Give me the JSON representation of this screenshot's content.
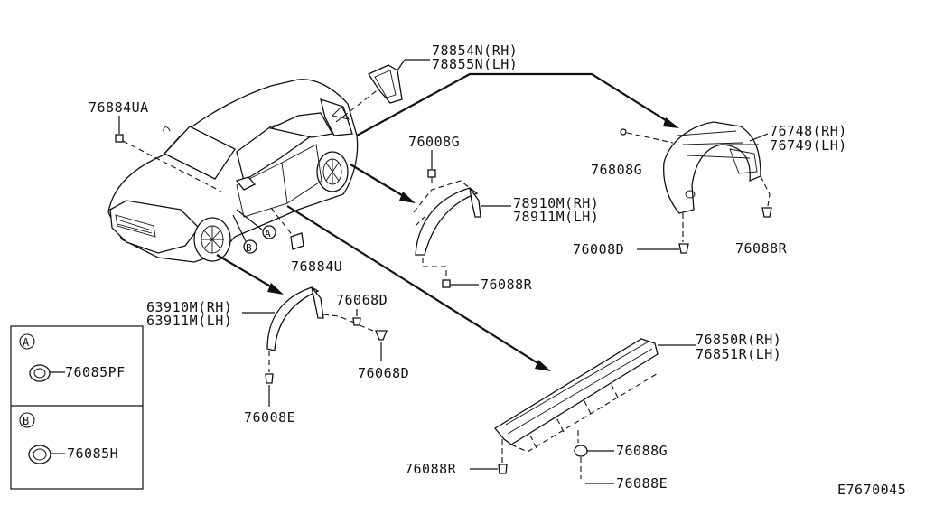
{
  "diagram_id": "E7670045",
  "callouts": {
    "scoop_rh": "78854N(RH)",
    "scoop_lh": "78855N(LH)",
    "clip_76884ua": "76884UA",
    "clip_76884u": "76884U",
    "clip_76008g": "76008G",
    "arch_rear_rh": "78910M(RH)",
    "arch_rear_lh": "78911M(LH)",
    "clip_76088r_mid": "76088R",
    "liner_rh": "76748(RH)",
    "liner_lh": "76749(LH)",
    "clip_76808g": "76808G",
    "clip_76008d": "76008D",
    "clip_76088r_right": "76088R",
    "arch_front_rh": "63910M(RH)",
    "arch_front_lh": "63911M(LH)",
    "clip_76068d_top": "76068D",
    "clip_76068d_bottom": "76068D",
    "clip_76008e": "76008E",
    "sill_rh": "76850R(RH)",
    "sill_lh": "76851R(LH)",
    "clip_76088g": "76088G",
    "clip_76088r_bottom": "76088R",
    "clip_76088e": "76088E",
    "marker_a": "A",
    "marker_b": "B"
  },
  "legend": {
    "a_letter": "A",
    "a_part": "76085PF",
    "b_letter": "B",
    "b_part": "76085H"
  }
}
